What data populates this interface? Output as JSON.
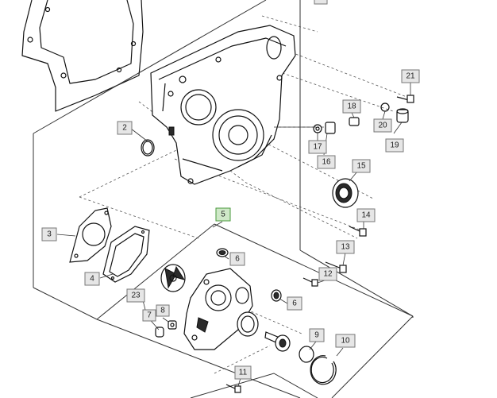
{
  "diagram": {
    "callouts": [
      {
        "id": "c2",
        "label": "2"
      },
      {
        "id": "c3",
        "label": "3"
      },
      {
        "id": "c4",
        "label": "4"
      },
      {
        "id": "c5",
        "label": "5"
      },
      {
        "id": "c6a",
        "label": "6"
      },
      {
        "id": "c6b",
        "label": "6"
      },
      {
        "id": "c7",
        "label": "7"
      },
      {
        "id": "c8",
        "label": "8"
      },
      {
        "id": "c9",
        "label": "9"
      },
      {
        "id": "c10",
        "label": "10"
      },
      {
        "id": "c11",
        "label": "11"
      },
      {
        "id": "c12",
        "label": "12"
      },
      {
        "id": "c13",
        "label": "13"
      },
      {
        "id": "c14",
        "label": "14"
      },
      {
        "id": "c15",
        "label": "15"
      },
      {
        "id": "c16",
        "label": "16"
      },
      {
        "id": "c17",
        "label": "17"
      },
      {
        "id": "c18",
        "label": "18"
      },
      {
        "id": "c19",
        "label": "19"
      },
      {
        "id": "c20",
        "label": "20"
      },
      {
        "id": "c21",
        "label": "21"
      },
      {
        "id": "c23",
        "label": "23"
      }
    ],
    "highlight_color": "#cfe8c8"
  }
}
